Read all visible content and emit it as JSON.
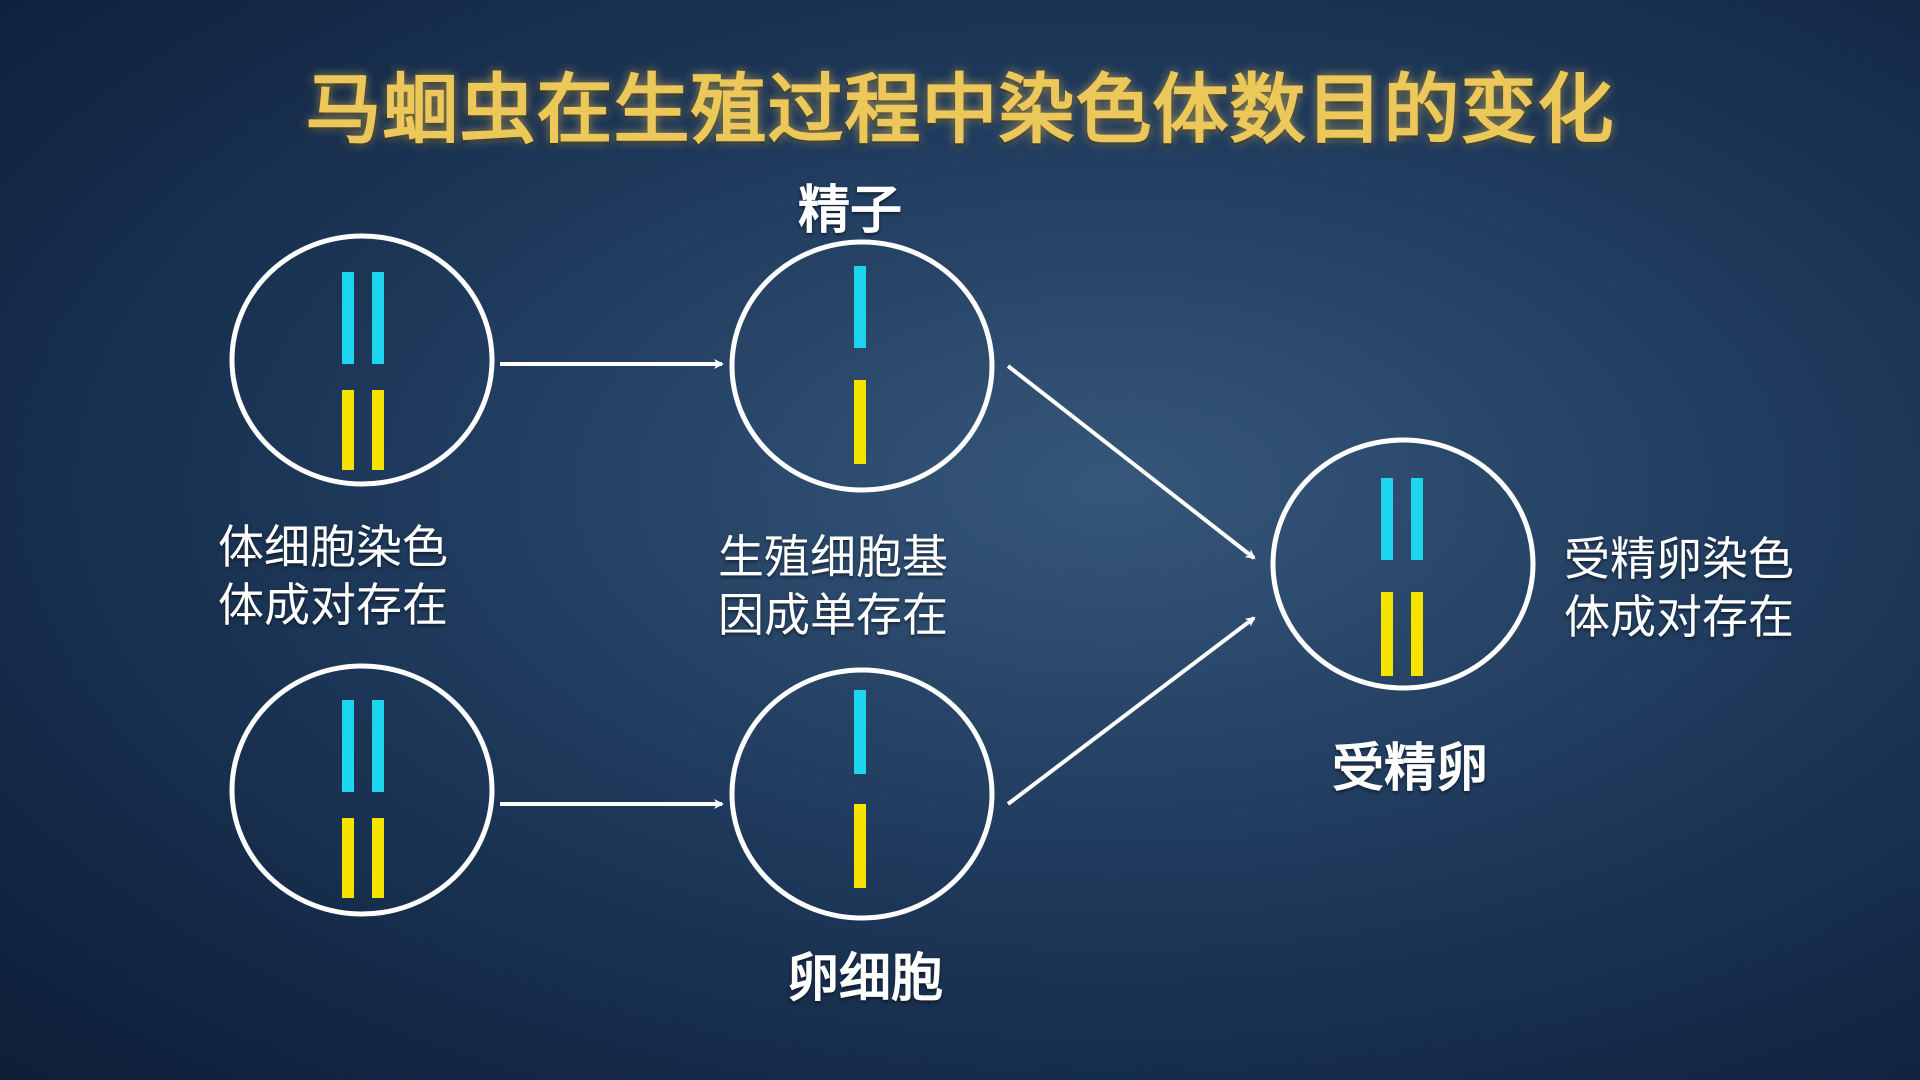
{
  "title": "马蛔虫在生殖过程中染色体数目的变化",
  "labels": {
    "sperm": "精子",
    "egg": "卵细胞",
    "zygote": "受精卵"
  },
  "descriptions": {
    "somatic": "体细胞染色体成对存在",
    "gamete": "生殖细胞基因成单存在",
    "zygote": "受精卵染色体成对存在"
  },
  "colors": {
    "chromosome_a": "#1ed5f0",
    "chromosome_b": "#f6e300",
    "title": "#ecc85a",
    "line": "#ffffff"
  }
}
